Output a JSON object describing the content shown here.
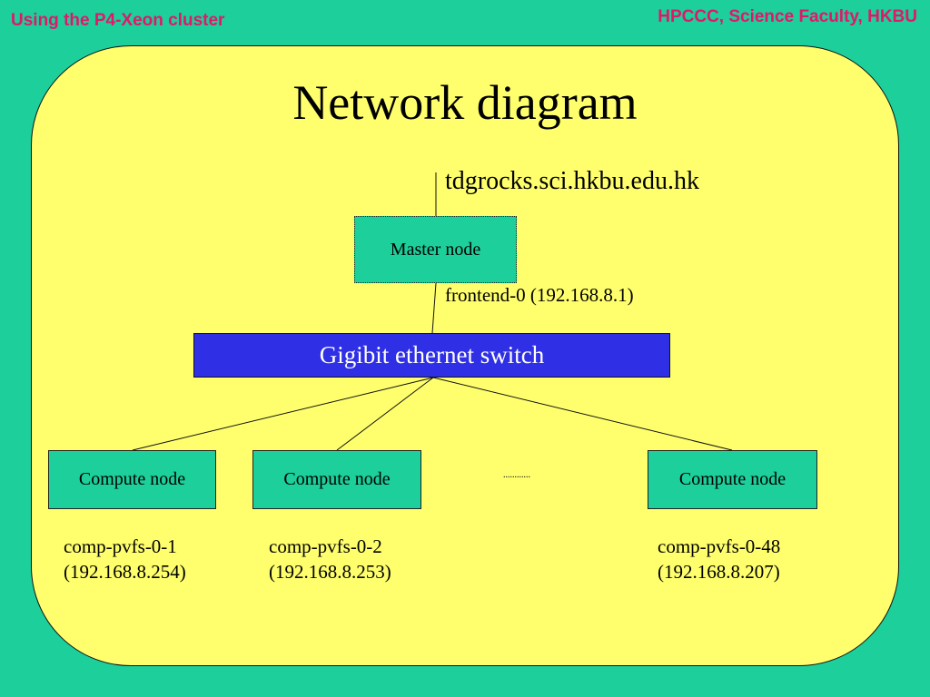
{
  "header": {
    "left_text": "Using the P4-Xeon cluster",
    "right_text": "HPCCC, Science Faculty, HKBU"
  },
  "slide": {
    "title": "Network diagram"
  },
  "diagram": {
    "hostname": "tdgrocks.sci.hkbu.edu.hk",
    "master": {
      "label": "Master node",
      "interface": "frontend-0 (192.168.8.1)"
    },
    "switch": {
      "label": "Gigibit ethernet switch"
    },
    "compute_nodes": [
      {
        "label": "Compute node",
        "name": "comp-pvfs-0-1",
        "ip": "(192.168.8.254)"
      },
      {
        "label": "Compute node",
        "name": "comp-pvfs-0-2",
        "ip": "(192.168.8.253)"
      },
      {
        "label": "Compute node",
        "name": "comp-pvfs-0-48",
        "ip": "(192.168.8.207)"
      }
    ],
    "ellipsis": "............"
  },
  "colors": {
    "background": "#1ccf9b",
    "panel": "#ffff6e",
    "header_text": "#e0186a",
    "switch_fill": "#2f2fe6",
    "node_fill": "#1ccf9b"
  }
}
